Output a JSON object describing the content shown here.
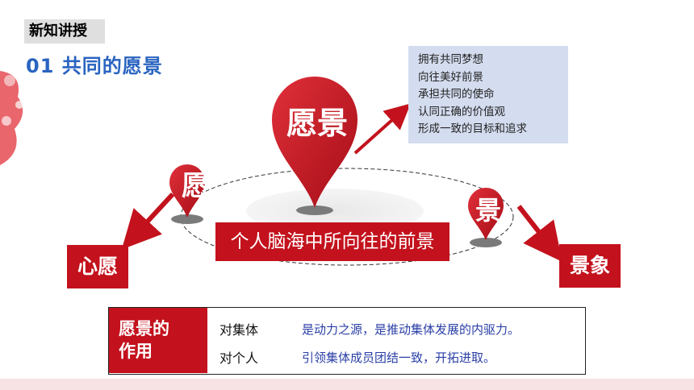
{
  "header": {
    "section_tag": "新知讲授",
    "title": "01  共同的愿景"
  },
  "info_box": {
    "lines": [
      "拥有共同梦想",
      "向往美好前景",
      "承担共同的使命",
      "认同正确的价值观",
      "形成一致的目标和追求"
    ]
  },
  "diagram": {
    "big_pin": "愿景",
    "left_pin": "愿",
    "right_pin": "景",
    "center_banner": "个人脑海中所向往的前景",
    "left_box": "心愿",
    "right_box": "景象"
  },
  "role_table": {
    "title_line1": "愿景的",
    "title_line2": "作用",
    "rows": [
      {
        "target": "对集体",
        "desc": "是动力之源，是推动集体发展的内驱力。"
      },
      {
        "target": "对个人",
        "desc": "引领集体成员团结一致，开拓进取。"
      }
    ]
  },
  "colors": {
    "accent_red": "#c3121d",
    "title_blue": "#2a64c0",
    "info_bg": "#d4dcef",
    "desc_blue": "#2a3fa6"
  }
}
